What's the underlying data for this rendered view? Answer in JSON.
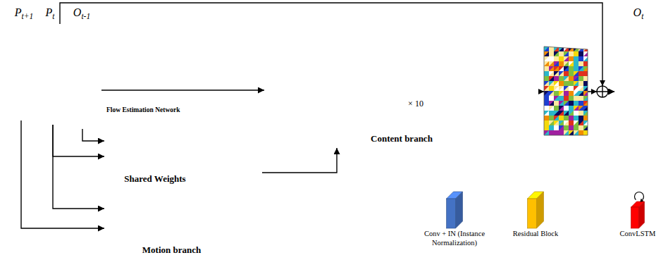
{
  "diagram": {
    "nodes": [
      {
        "text": [
          "Pt+1"
        ]
      },
      {
        "text": [
          "Pt"
        ]
      },
      {
        "text": [
          "Ot-1"
        ]
      },
      {
        "text": [
          "Motion branch"
        ]
      },
      {
        "text": [
          "Flow Estimation Network",
          "Shared Weights"
        ],
        "in": 3
      },
      {
        "text": [
          "Content branch"
        ]
      },
      {
        "text": [
          "Ot"
        ]
      }
    ],
    "edges": [
      {
        "from": 2,
        "to": 4,
        "arrow": "to"
      },
      {
        "from": 1,
        "to": 4,
        "arrow": "to"
      },
      {
        "from": 1,
        "to": 4,
        "arrow": "to"
      },
      {
        "from": 0,
        "to": 4,
        "arrow": "to"
      },
      {
        "from": 2,
        "to": 5,
        "arrow": "to"
      },
      {
        "from": 3,
        "to": 5,
        "arrow": "to"
      },
      {
        "from": 5,
        "to": 6,
        "arrow": "to"
      },
      {
        "from": 1,
        "to": 6,
        "arrow": "to"
      }
    ],
    "labels": [
      "× 10"
    ],
    "legend": [
      {
        "text": "Conv + IN (Instance Normalization)",
        "color": "#4472C4"
      },
      {
        "text": "Residual Block",
        "color": "#FFC000"
      },
      {
        "text": "ConvLSTM",
        "color": "#FF0000"
      }
    ]
  }
}
